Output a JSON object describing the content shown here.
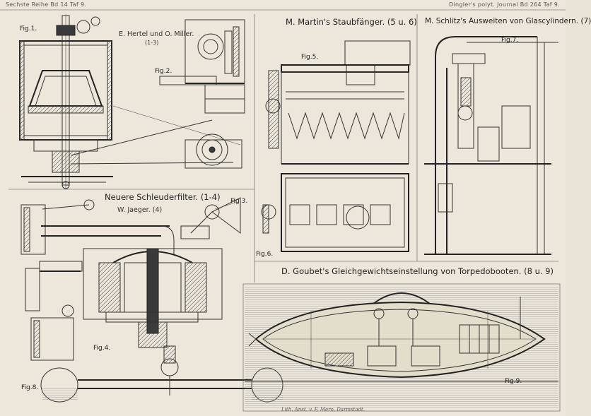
{
  "header": {
    "left": "Sechste Reihe Bd 14 Taf 9.",
    "right": "Dingler's polyt. Journal Bd 264 Taf 9."
  },
  "sections": {
    "hertel": {
      "title": "E. Hertel und O. Miller.",
      "range": "(1-3)"
    },
    "martin": {
      "title": "M. Martin's Staubfänger. (5 u. 6)"
    },
    "schlitz": {
      "title": "M. Schlitz's Ausweiten von Glascylindern. (7)"
    },
    "filter": {
      "title": "Neuere Schleuderfilter. (1-4)",
      "author": "W. Jaeger. (4)"
    },
    "goubet": {
      "title": "D. Goubet's Gleichgewichtseinstellung von Torpedobooten. (8 u. 9)"
    }
  },
  "figures": {
    "fig1": "Fig.1.",
    "fig2": "Fig.2.",
    "fig3": "Fig.3.",
    "fig4": "Fig.4.",
    "fig5": "Fig.5.",
    "fig6": "Fig.6.",
    "fig7": "Fig.7.",
    "fig8": "Fig.8.",
    "fig9": "Fig.9."
  },
  "imprint": "Lith. Anst. v. F. Mero, Darmstadt."
}
